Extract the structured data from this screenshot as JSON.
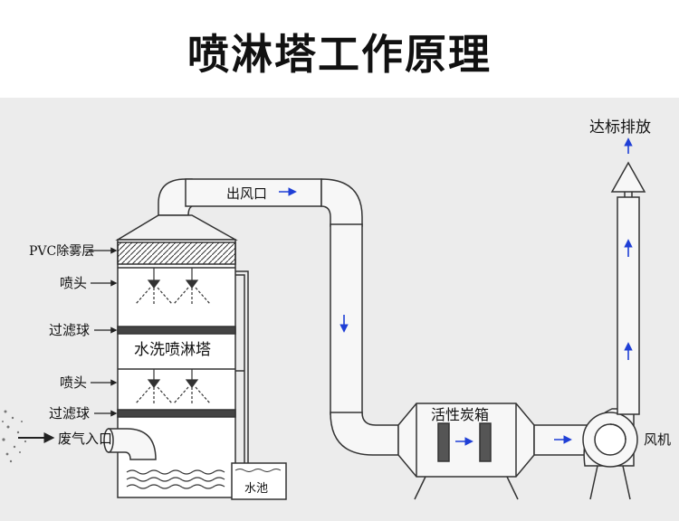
{
  "title": "喷淋塔工作原理",
  "labels": {
    "outlet": "出风口",
    "discharge": "达标排放",
    "pvc_demister": "PVC除雾层",
    "nozzle_top": "喷头",
    "filter_ball_top": "过滤球",
    "tower_name": "水洗喷淋塔",
    "nozzle_bottom": "喷头",
    "filter_ball_bottom": "过滤球",
    "waste_gas_inlet": "废气入口",
    "water_tank": "水池",
    "activated_carbon_box": "活性炭箱",
    "fan": "风机"
  },
  "colors": {
    "flow_arrow": "#1f3fd6",
    "outline": "#333333",
    "pipe_fill": "#f7f7f7",
    "background": "#ececec"
  },
  "icons": [
    "flow-arrow-icon",
    "nozzle-icon",
    "fan-icon"
  ]
}
